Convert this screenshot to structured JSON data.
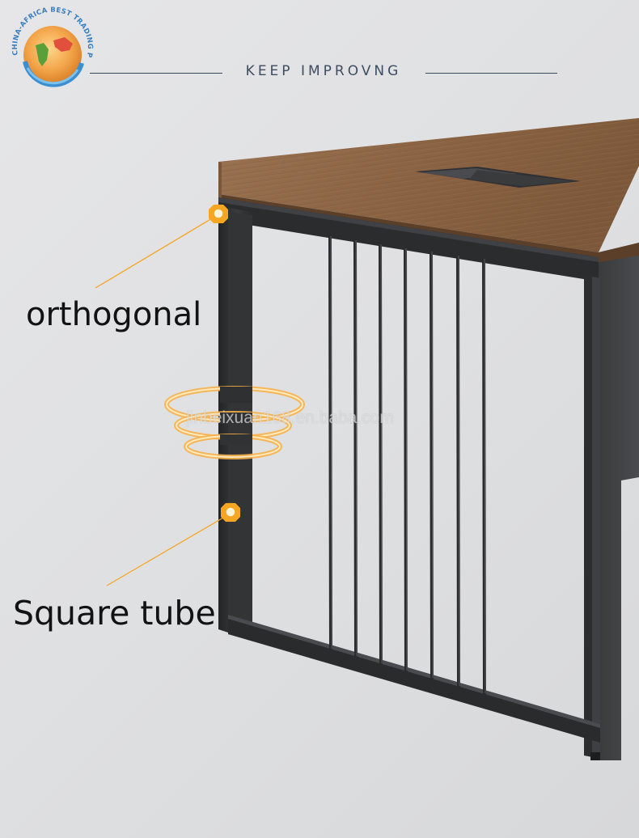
{
  "header": {
    "title": "KEEP IMPROVNG"
  },
  "logo": {
    "text": "CHINA-AFRICA BEST TRADING PLATFORM",
    "icon": "globe-africa-china-logo"
  },
  "labels": {
    "orthogonal": "orthogonal",
    "square_tube": "Square tube"
  },
  "watermark": "jinbeixuan168.en.baba.com",
  "colors": {
    "background": "#e2e3e5",
    "accent_orange": "#f5a623",
    "header_text": "#3e4d60",
    "wood": "#8a6445",
    "frame": "#2e2f31"
  }
}
